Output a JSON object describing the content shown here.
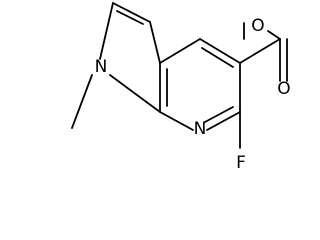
{
  "molecule": {
    "atoms": {
      "n_pyrrole": "N",
      "n_pyridine": "N",
      "fluorine": "F",
      "o_ester": "O",
      "o_carbonyl": "O"
    }
  }
}
